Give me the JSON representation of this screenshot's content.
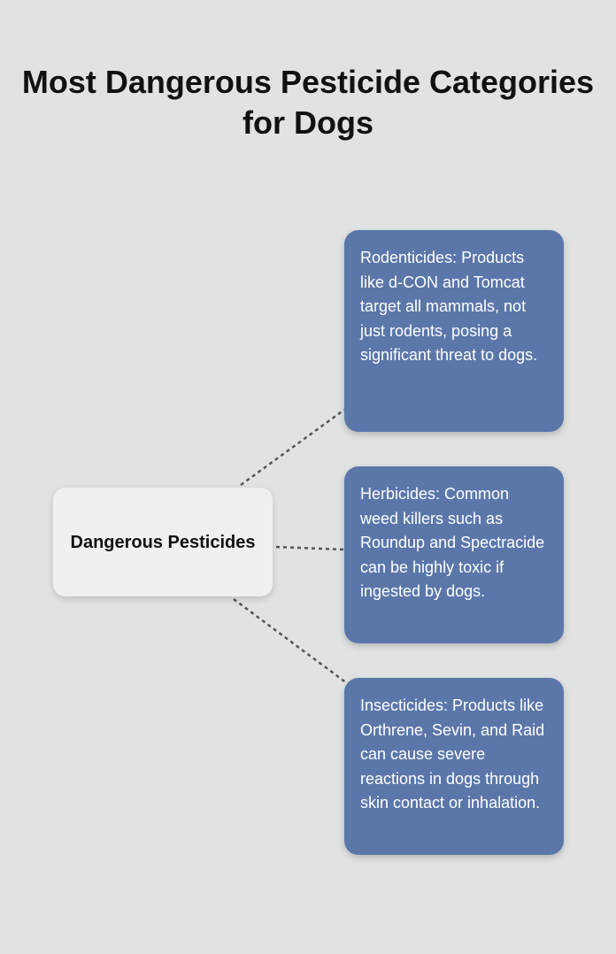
{
  "title": "Most Dangerous Pesticide Categories for Dogs",
  "center": "Dangerous Pesticides",
  "items": [
    {
      "text": "Rodenticides: Products like d-CON and Tomcat target all mammals, not just rodents, posing a significant threat to dogs."
    },
    {
      "text": "Herbicides: Common weed killers such as Roundup and Spectracide can be highly toxic if ingested by dogs."
    },
    {
      "text": "Insecticides: Products like Orthrene, Sevin, and Raid can cause severe reactions in dogs through skin contact or inhalation."
    }
  ]
}
